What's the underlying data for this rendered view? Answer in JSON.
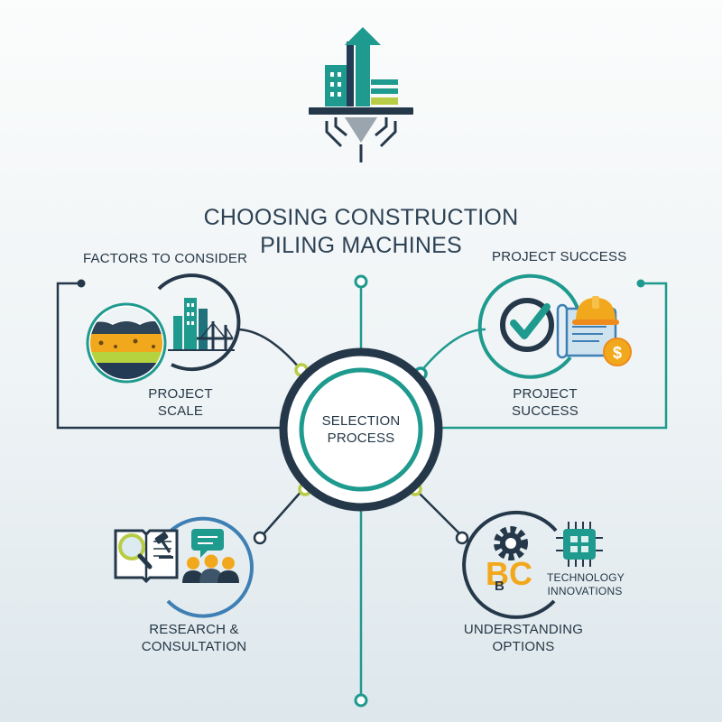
{
  "title": {
    "line1": "CHOOSING CONSTRUCTION",
    "line2": "PILING MACHINES"
  },
  "sections": {
    "factors": "FACTORS TO CONSIDER",
    "success": "PROJECT SUCCESS"
  },
  "center": {
    "line1": "SELECTION",
    "line2": "PROCESS"
  },
  "nodes": {
    "scale": {
      "line1": "PROJECT",
      "line2": "SCALE"
    },
    "success": {
      "line1": "PROJECT",
      "line2": "SUCCESS"
    },
    "research": {
      "line1": "RESEARCH &",
      "line2": "CONSULTATION"
    },
    "options": {
      "line1": "UNDERSTANDING",
      "line2": "OPTIONS"
    }
  },
  "tech": {
    "line1": "TECHNOLOGY",
    "line2": "INNOVATIONS",
    "letters": "BC",
    "small_letter": "B"
  },
  "currency_symbol": "$",
  "icons": [
    "building-arrow-icon",
    "foundation-pile-icon",
    "soil-layers-icon",
    "skyline-bridge-icon",
    "check-mark-icon",
    "hard-hat-icon",
    "blueprint-icon",
    "dollar-coin-icon",
    "book-icon",
    "magnifier-icon",
    "gavel-icon",
    "speech-bubble-icon",
    "people-icon",
    "gear-icon",
    "chip-icon",
    "abc-letters-icon"
  ],
  "colors": {
    "navy": "#25384a",
    "teal": "#1f9a8e",
    "dark_teal": "#20727a",
    "lime": "#b8cc45",
    "gold": "#f2a81d",
    "orange": "#ee8b1c",
    "blue": "#3e7fb4",
    "light_blue": "#cfe3ef"
  }
}
